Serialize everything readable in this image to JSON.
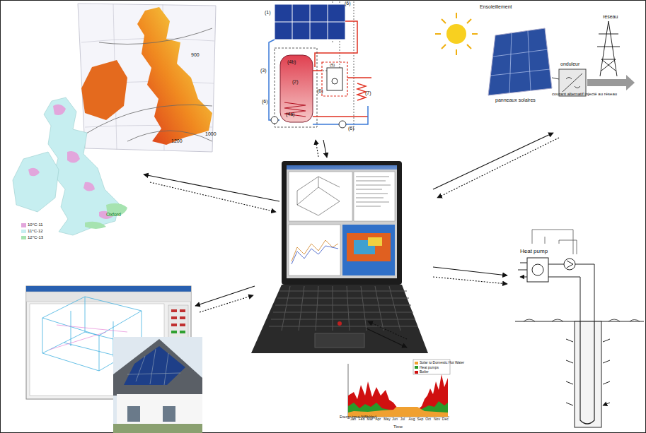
{
  "diagram": {
    "labels": [
      "(1)",
      "(6)",
      "(3)",
      "(4b)",
      "(2)",
      "(6)",
      "(4a)",
      "(5)",
      "(6)",
      "(6)",
      "(7)",
      "Ensoleillement",
      "panneaux solaires",
      "onduleur",
      "réseau",
      "courant alternatif injecté au réseau",
      "Heat pump",
      "900",
      "1000",
      "1200",
      "Oxford",
      "Energy input (kWh/day)",
      "Time",
      "Jan",
      "Feb",
      "Mar",
      "Apr",
      "May",
      "Jun",
      "Jul",
      "Aug",
      "Sep",
      "Oct",
      "Nov",
      "Dec"
    ],
    "legend": [
      {
        "text": "Solar to Domestic Hot Water",
        "color": "#f0a030"
      },
      {
        "text": "Heat pumps",
        "color": "#2a9a2a"
      },
      {
        "text": "Boiler",
        "color": "#d01010"
      },
      {
        "text": "10°C-11",
        "color": "#e2a6dc"
      },
      {
        "text": "11°C-12",
        "color": "#c6eef0"
      },
      {
        "text": "12°C-13",
        "color": "#a6e3b0"
      }
    ]
  }
}
